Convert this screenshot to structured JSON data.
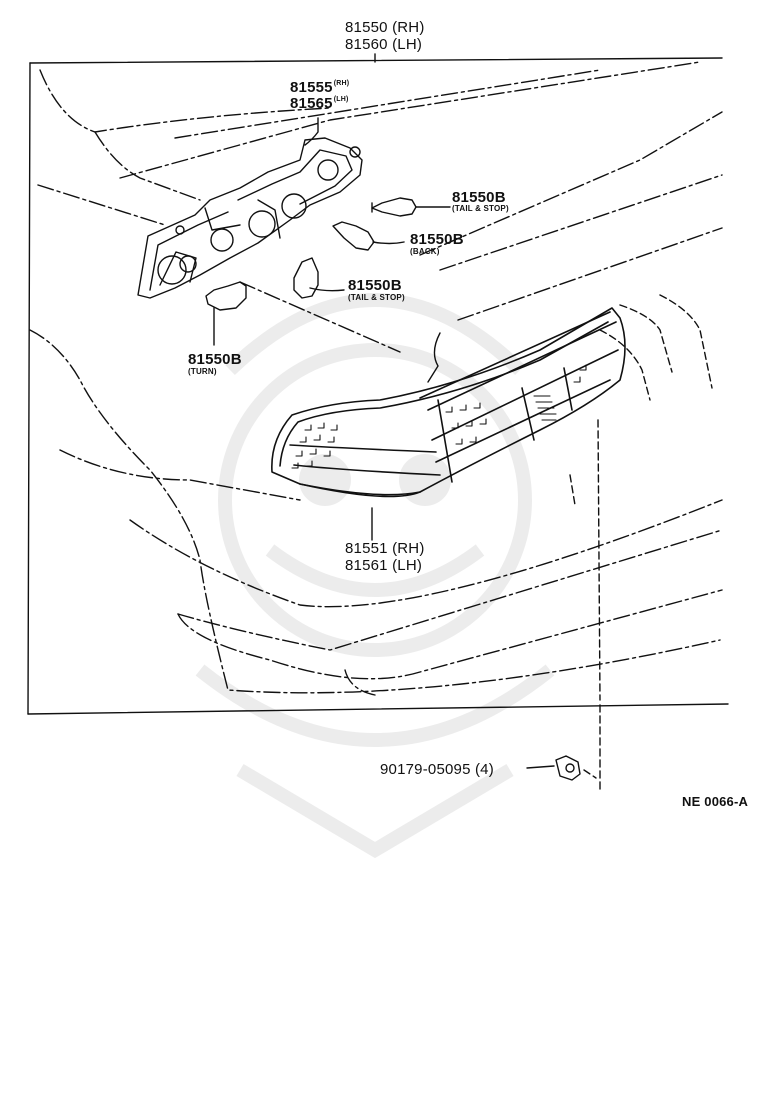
{
  "parts": {
    "assembly": {
      "rh": "81550 (RH)",
      "lh": "81560 (LH)"
    },
    "socket": {
      "rh": "81555",
      "rh_tag": "(RH)",
      "lh": "81565",
      "lh_tag": "(LH)"
    },
    "bulb_tail_stop_top": {
      "number": "81550B",
      "note": "(TAIL & STOP)"
    },
    "bulb_back": {
      "number": "81550B",
      "note": "(BACK)"
    },
    "bulb_tail_stop_mid": {
      "number": "81550B",
      "note": "(TAIL & STOP)"
    },
    "bulb_turn": {
      "number": "81550B",
      "note": "(TURN)"
    },
    "lens": {
      "rh": "81551 (RH)",
      "lh": "81561 (LH)"
    },
    "nut": {
      "number": "90179-05095 (4)"
    }
  },
  "figure_code": "NE 0066-A",
  "colors": {
    "ink": "#111111",
    "paper": "#ffffff",
    "watermark": "#000000"
  }
}
